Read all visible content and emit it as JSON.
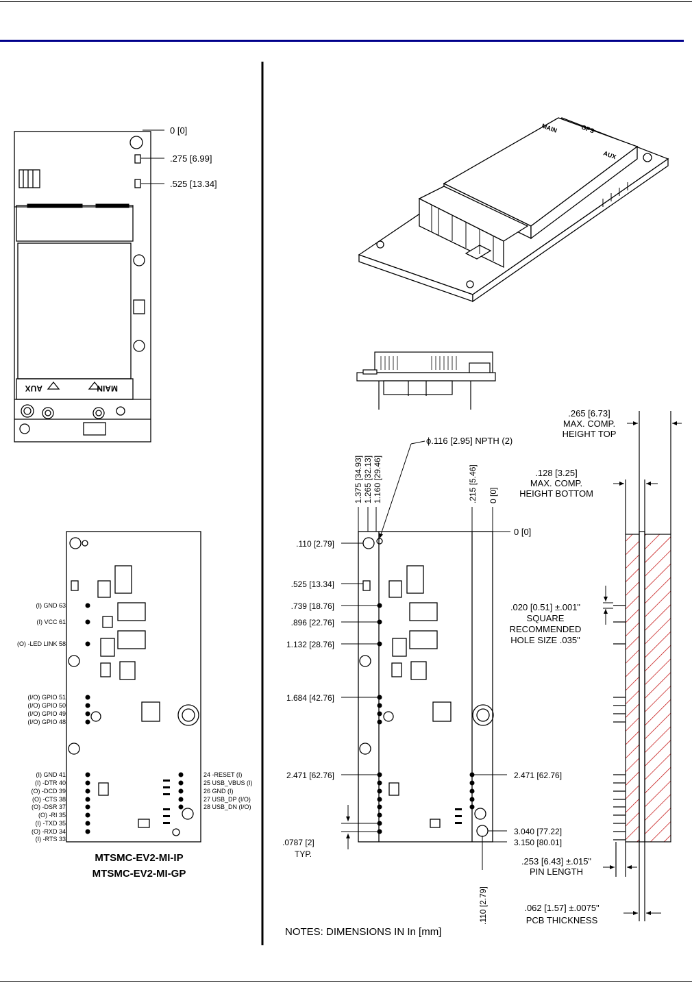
{
  "top_view": {
    "dims": [
      ".275 [6.99]",
      ".525 [13.34]"
    ],
    "zero": "0 [0]",
    "antenna_aux": "AUX",
    "antenna_main": "MAIN"
  },
  "pinout": {
    "left_pins": [
      "(I) GND  63",
      "(I) VCC  61",
      "(O) -LED LINK  58",
      "(I/O) GPIO  51",
      "(I/O) GPIO  50",
      "(I/O) GPIO  49",
      "(I/O) GPIO  48",
      "(I) GND  41",
      "(I) -DTR  40",
      "(O) -DCD  39",
      "(O) -CTS  38",
      "(O) -DSR  37",
      "(O) -RI  35",
      "(I) -TXD  35",
      "(O) -RXD  34",
      "(I) -RTS  33"
    ],
    "right_pins": [
      "24  -RESET (I)",
      "25  USB_VBUS (I)",
      "26  GND (I)",
      "27  USB_DP (I/O)",
      "28  USB_DN (I/O)"
    ],
    "model_names": [
      "MTSMC-EV2-MI-IP",
      "MTSMC-EV2-MI-GP"
    ]
  },
  "iso_view": {
    "labels": [
      "MAIN",
      "GPS",
      "AUX"
    ]
  },
  "dimension_drawing": {
    "top_dims": [
      "1.375 [34.93]",
      "1.265 [32.13]",
      "1.160 [29.46]",
      ".215 [5.46]",
      "0 [0]"
    ],
    "hole_note": "ϕ.116 [2.95]  NPTH (2)",
    "zero_right": "0 [0]",
    "left_dims": [
      ".110 [2.79]",
      ".525 [13.34]",
      ".739 [18.76]",
      ".896 [22.76]",
      "1.132 [28.76]",
      "1.684 [42.76]",
      "2.471 [62.76]"
    ],
    "right_dim": "2.471 [62.76]",
    "bottom_dims": [
      "3.040 [77.22]",
      "3.150 [80.01]"
    ],
    "pitch": [
      ".0787 [2]",
      "TYP."
    ],
    "bottom_offset": ".110 [2.79]",
    "notes": "NOTES: DIMENSIONS IN In [mm]"
  },
  "side_view": {
    "height_top": [
      ".265 [6.73]",
      "MAX. COMP.",
      "HEIGHT TOP"
    ],
    "height_bottom": [
      ".128 [3.25]",
      "MAX. COMP.",
      "HEIGHT BOTTOM"
    ],
    "hole": [
      ".020 [0.51]  ±.001\"",
      "SQUARE",
      "RECOMMENDED",
      "HOLE SIZE .035\""
    ],
    "pin_length": [
      ".253 [6.43]  ±.015\"",
      "PIN LENGTH"
    ],
    "pcb_thickness": [
      ".062 [1.57]  ±.0075\"",
      "PCB THICKNESS"
    ]
  },
  "colors": {
    "rule_blue": "#00008b",
    "hatch": "#c00000"
  }
}
